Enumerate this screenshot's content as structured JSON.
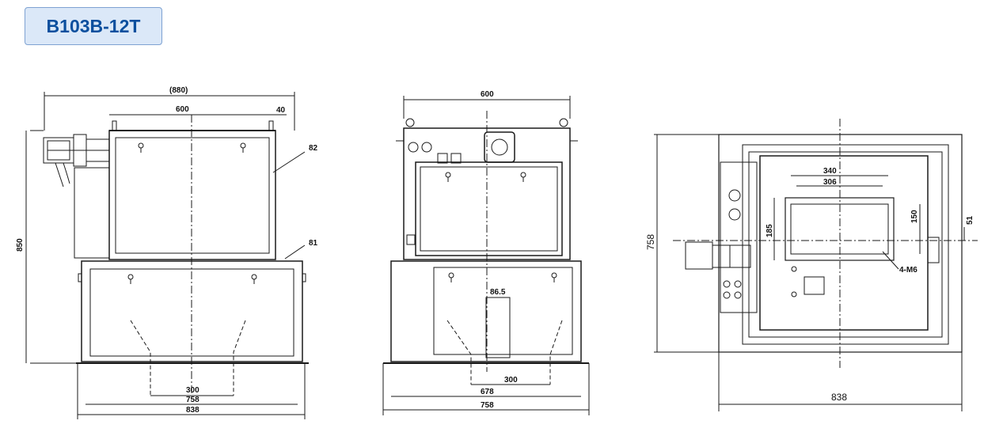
{
  "title": "B103B-12T",
  "colors": {
    "badge_bg": "#dbe8f8",
    "badge_border": "#7ea2d2",
    "badge_text": "#0b4f9e",
    "line": "#1a1a1a"
  },
  "views": {
    "side": {
      "dims": {
        "overall_width": "(880)",
        "top_width": "600",
        "offset": "40",
        "height": "850",
        "inner_width": "300",
        "mid_width": "758",
        "base_width": "838",
        "label_upper": "82",
        "label_lower": "81"
      }
    },
    "front": {
      "dims": {
        "top_width": "600",
        "slot": "86.5",
        "inner_width": "300",
        "mid_width": "678",
        "base_width": "758"
      }
    },
    "top": {
      "dims": {
        "outer_w": "340",
        "inner_w": "306",
        "height_a": "185",
        "height_b": "150",
        "offset": "51",
        "overall_h": "758",
        "overall_w": "838",
        "holes": "4-M6"
      }
    }
  }
}
